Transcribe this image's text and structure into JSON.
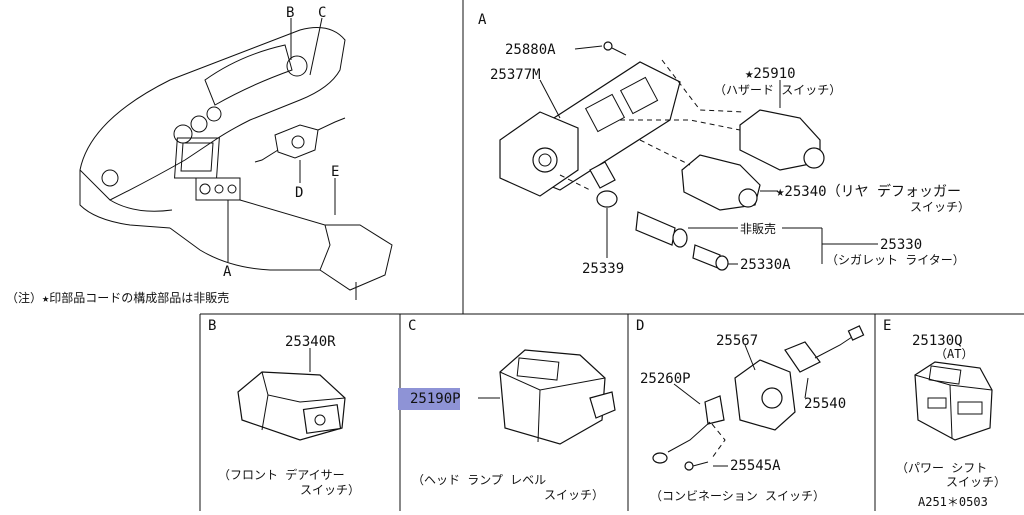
{
  "panel_a": {
    "letter": "A",
    "parts": {
      "p25880a": "25880A",
      "p25377m": "25377M",
      "p25910": "★25910",
      "p25910_desc": "（ハザード スイッチ）",
      "p25340": "★25340（リヤ デフォッガー",
      "p25340_desc2": "スイッチ）",
      "p25339": "25339",
      "hihanbai": "非販売",
      "p25330": "25330",
      "p25330_desc": "（シガレット  ライター）",
      "p25330a": "25330A"
    }
  },
  "overview": {
    "labels": {
      "b": "B",
      "c": "C",
      "d": "D",
      "e": "E",
      "a": "A"
    },
    "note": "（注）★印部品コードの構成部品は非販売"
  },
  "panel_b": {
    "letter": "B",
    "part": "25340R",
    "desc1": "（フロント  デアイサー",
    "desc2": "スイッチ）"
  },
  "panel_c": {
    "letter": "C",
    "part": "25190P",
    "desc1": "（ヘッド  ランプ  レベル",
    "desc2": "スイッチ）"
  },
  "panel_d": {
    "letter": "D",
    "p25567": "25567",
    "p25260p": "25260P",
    "p25540": "25540",
    "p25545a": "25545A",
    "desc": "（コンビネーション  スイッチ）"
  },
  "panel_e": {
    "letter": "E",
    "part": "25130Q",
    "sub": "（AT）",
    "desc1": "（パワー シフト",
    "desc2": "スイッチ）",
    "code": "A251＊0503"
  }
}
